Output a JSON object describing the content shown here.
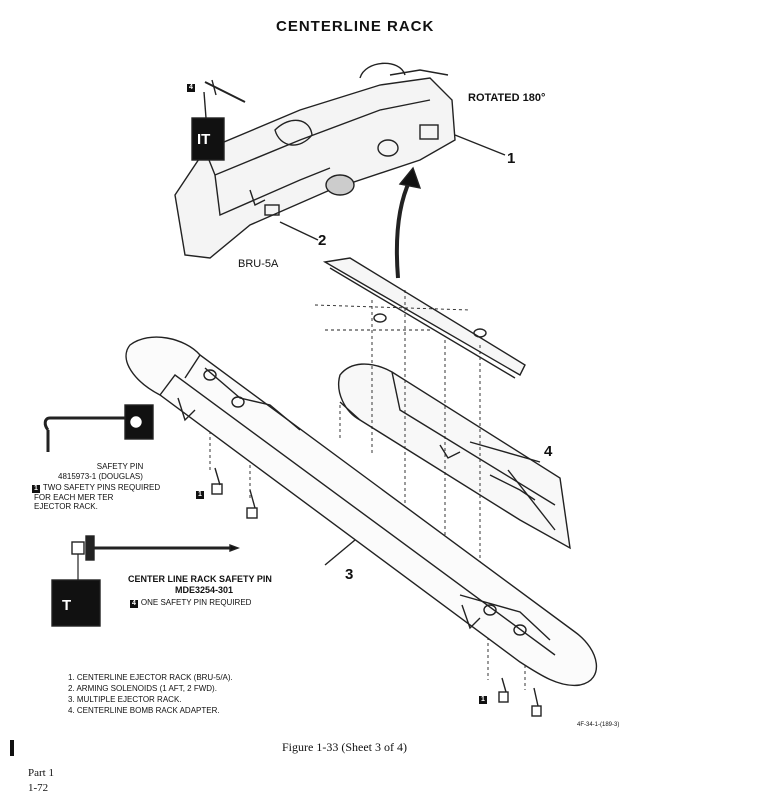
{
  "title": "CENTERLINE RACK",
  "labels": {
    "rotated": "ROTATED 180°",
    "bru": "BRU-5A",
    "callouts": [
      "1",
      "2",
      "3",
      "4"
    ],
    "tag_flag_1": "1",
    "tag_flag_4": "4"
  },
  "safety_pin": {
    "title": "SAFETY PIN",
    "part": "4815973-1 (DOUGLAS)",
    "note_tag": "1",
    "note_lines": [
      "TWO SAFETY PINS REQUIRED",
      "FOR EACH MER TER",
      "EJECTOR RACK."
    ]
  },
  "centerline_pin": {
    "title": "CENTER LINE RACK SAFETY PIN",
    "part": "MDE3254-301",
    "note_tag": "4",
    "note": "ONE SAFETY PIN REQUIRED"
  },
  "legend": [
    "1. CENTERLINE EJECTOR RACK (BRU-5/A).",
    "2. ARMING SOLENOIDS (1 AFT, 2 FWD).",
    "3. MULTIPLE EJECTOR RACK.",
    "4. CENTERLINE BOMB RACK ADAPTER."
  ],
  "code": "4F-34-1-(189-3)",
  "caption": "Figure 1-33 (Sheet 3 of 4)",
  "footer": [
    "Part 1",
    "1-72"
  ]
}
